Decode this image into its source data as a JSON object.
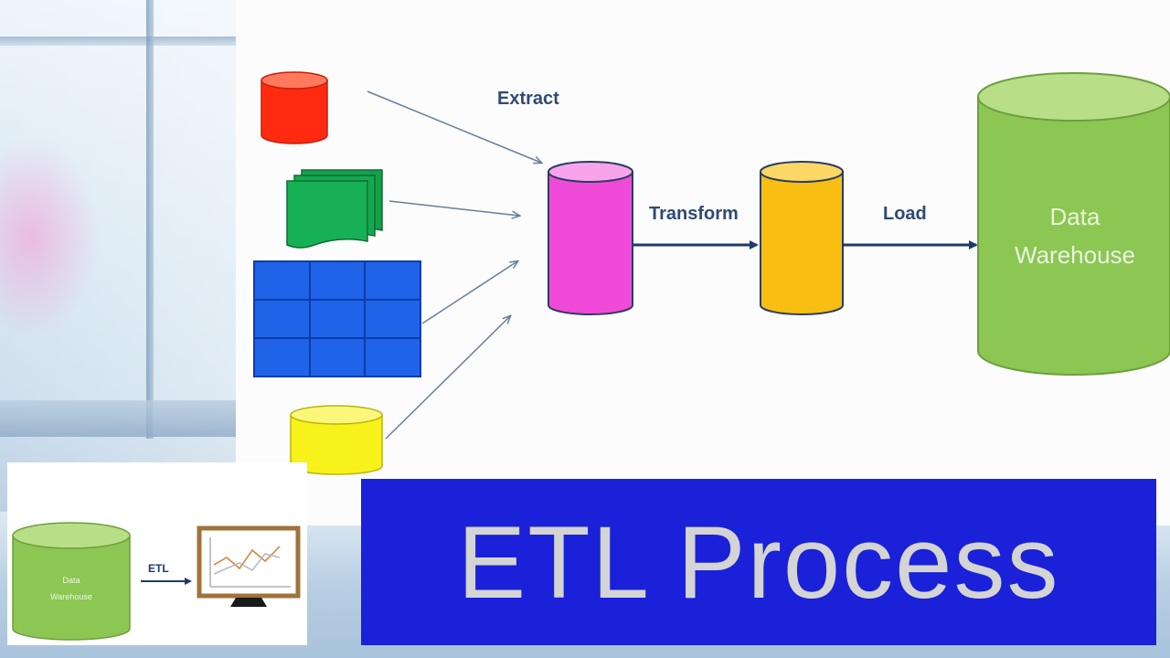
{
  "diagram": {
    "labels": {
      "extract": "Extract",
      "transform": "Transform",
      "load": "Load",
      "warehouse_line1": "Data",
      "warehouse_line2": "Warehouse"
    },
    "colors": {
      "source_db_red": "#ff2a10",
      "source_files_green": "#14a04a",
      "source_table_blue": "#1f63e8",
      "source_db_yellow": "#f7f21a",
      "staging_pink": "#f04bd8",
      "transformed_orange": "#f8be12",
      "warehouse_green": "#8cc653",
      "arrow": "#1f3a6b"
    }
  },
  "thumbnail": {
    "warehouse_line1": "Data",
    "warehouse_line2": "Warehouse",
    "etl_label": "ETL"
  },
  "banner": {
    "title": "ETL Process",
    "background": "#1a21d8"
  }
}
